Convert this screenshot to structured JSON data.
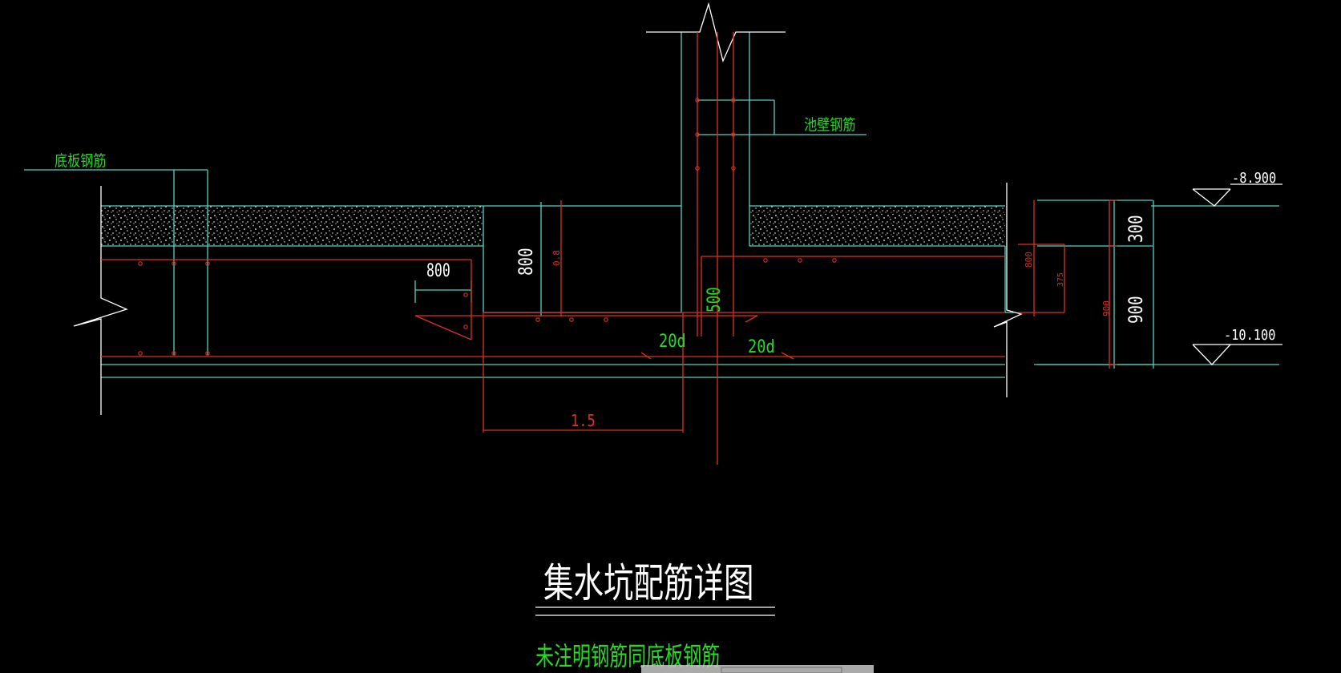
{
  "colors": {
    "background": "#000000",
    "cyan": "#4fd4c4",
    "red": "#e03020",
    "white": "#ffffff",
    "green": "#22dd22",
    "gray": "#c8c8c8"
  },
  "labels": {
    "slab_rebar": "底板钢筋",
    "wall_rebar": "池壁钢筋",
    "title": "集水坑配筋详图",
    "note": "未注明钢筋同底板钢筋"
  },
  "dimensions": {
    "d800_horizontal": "800",
    "d800_vertical": "800",
    "d800_small": "0.8",
    "d500": "500",
    "d20d_left": "20d",
    "d20d_right": "20d",
    "d1_5": "1.5",
    "d800_right_small": "800",
    "d375_small": "375",
    "d900_small": "900",
    "d300": "300",
    "d900": "900"
  },
  "elevations": {
    "top": "-8.900",
    "bottom": "-10.100"
  },
  "icons": {
    "elevation_marker": "triangle-elevation-icon",
    "break_line": "zigzag-break-icon"
  }
}
